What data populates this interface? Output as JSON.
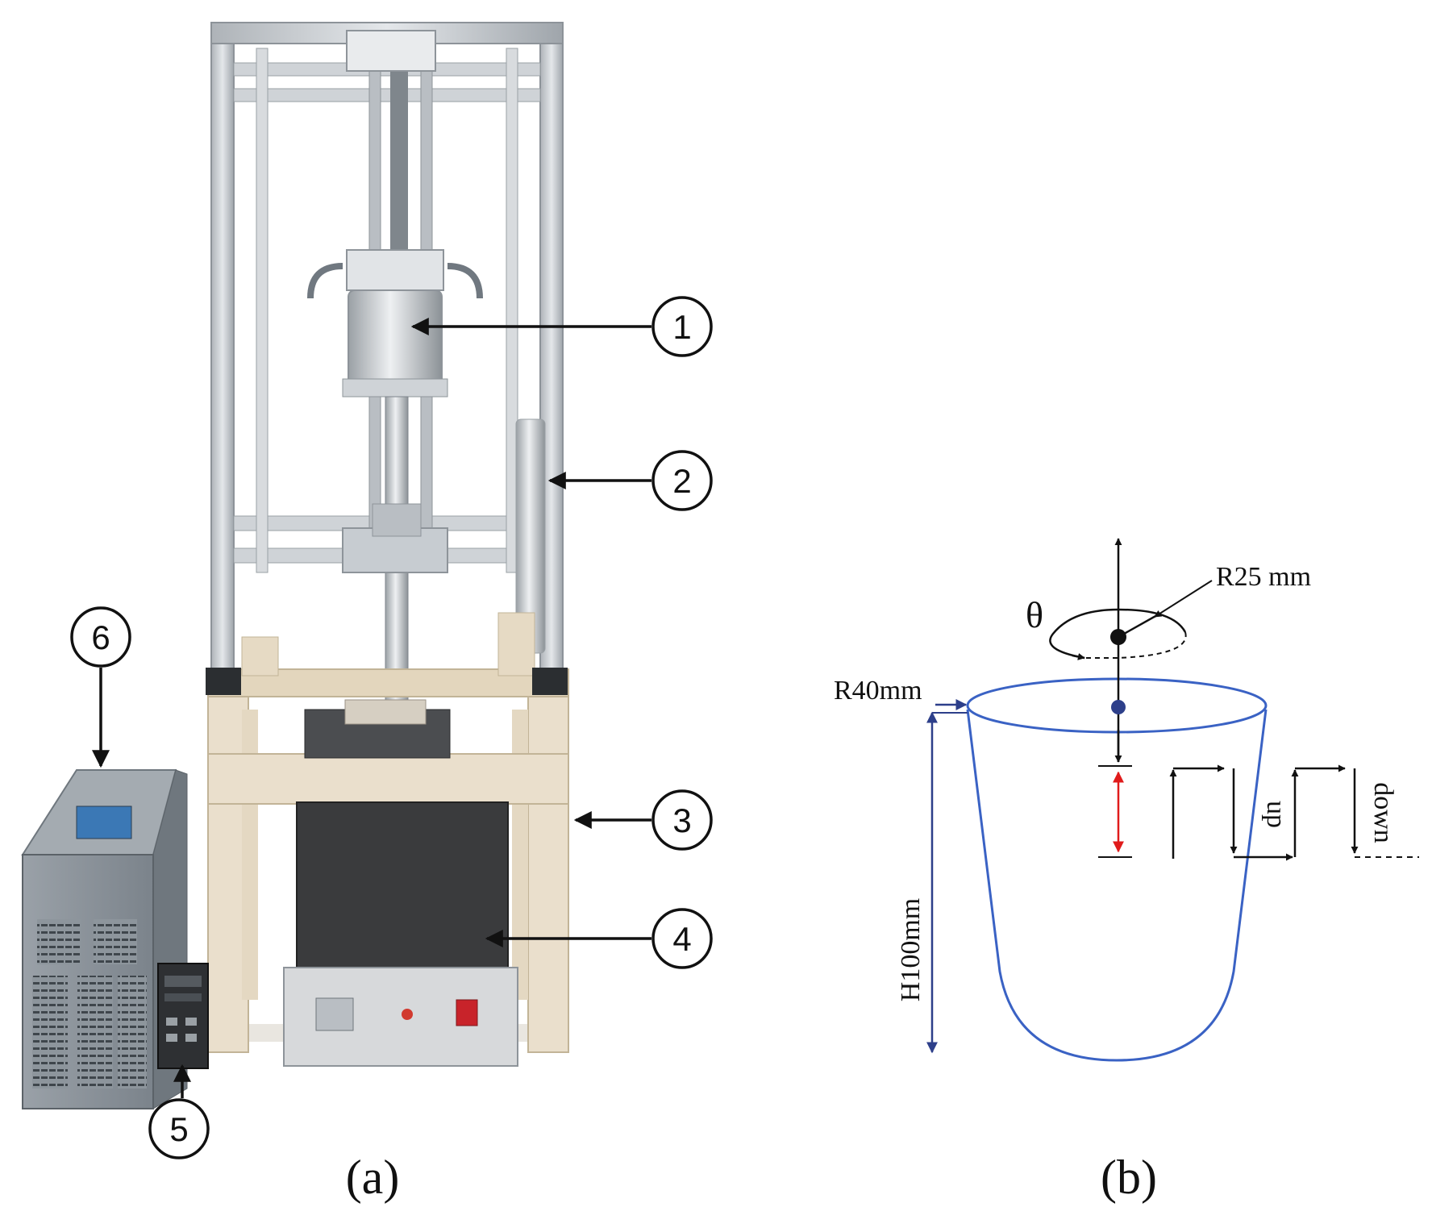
{
  "panel_a": {
    "caption": "(a)",
    "callouts": [
      {
        "id": "1",
        "glyph": "1"
      },
      {
        "id": "2",
        "glyph": "2"
      },
      {
        "id": "3",
        "glyph": "3"
      },
      {
        "id": "4",
        "glyph": "4"
      },
      {
        "id": "5",
        "glyph": "5"
      },
      {
        "id": "6",
        "glyph": "6"
      }
    ]
  },
  "panel_b": {
    "caption": "(b)",
    "theta_label": "θ",
    "rotation_radius_label": "R25 mm",
    "crucible_radius_label": "R40mm",
    "crucible_height_label": "H100mm",
    "up_label": "up",
    "down_label": "down"
  },
  "colors": {
    "crucible_outline": "#3a62c4",
    "height_dimension": "#2d3f8a",
    "stroke_highlight": "#e01b1b",
    "ink": "#111111",
    "frame_aluminum": "#c9cdd2",
    "wood": "#eadfcc",
    "furnace": "#3a3b3d",
    "cabinet": "#8e959c"
  }
}
